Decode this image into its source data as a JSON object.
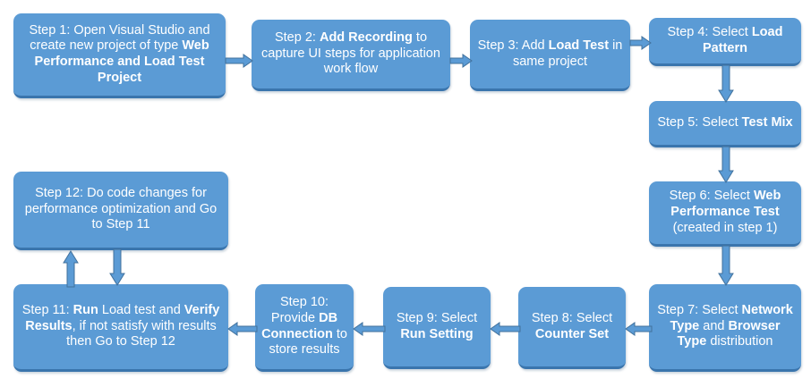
{
  "diagram": {
    "title": "Web Performance and Load Test workflow",
    "colors": {
      "node_fill": "#5B9BD5",
      "node_border_bottom": "#3A75AD",
      "arrow": "#5B9BD5",
      "arrow_outline": "#41719C",
      "text": "#FFFFFF",
      "background": "#FFFFFF"
    },
    "nodes": [
      {
        "id": "step-1",
        "label_plain": "Step 1: Open Visual Studio and create new project of type Web Performance and Load Test Project",
        "label_html": "Step 1: Open Visual Studio and create new project of type <b>Web Performance and Load Test Project</b>"
      },
      {
        "id": "step-2",
        "label_plain": "Step 2: Add Recording to capture UI steps for application work flow",
        "label_html": "Step 2: <b>Add Recording</b> to capture UI steps for application work flow"
      },
      {
        "id": "step-3",
        "label_plain": "Step 3: Add Load Test in same project",
        "label_html": "Step 3: Add <b>Load Test</b> in same project"
      },
      {
        "id": "step-4",
        "label_plain": "Step 4: Select Load Pattern",
        "label_html": "Step 4: Select <b>Load Pattern</b>"
      },
      {
        "id": "step-5",
        "label_plain": "Step 5: Select Test Mix",
        "label_html": "Step 5: Select <b>Test Mix</b>"
      },
      {
        "id": "step-6",
        "label_plain": "Step 6: Select Web Performance Test (created in step 1)",
        "label_html": "Step 6: Select <b>Web Performance Test</b> (created in step 1)"
      },
      {
        "id": "step-7",
        "label_plain": "Step 7: Select Network Type and Browser Type distribution",
        "label_html": "Step 7: Select <b>Network Type</b> and <b>Browser Type</b> distribution"
      },
      {
        "id": "step-8",
        "label_plain": "Step 8: Select Counter Set",
        "label_html": "Step 8: Select <b>Counter Set</b>"
      },
      {
        "id": "step-9",
        "label_plain": "Step 9: Select Run Setting",
        "label_html": "Step 9: Select <b>Run Setting</b>"
      },
      {
        "id": "step-10",
        "label_plain": "Step 10: Provide DB Connection to store results",
        "label_html": "Step 10: Provide <b>DB Connection</b> to store results"
      },
      {
        "id": "step-11",
        "label_plain": "Step 11: Run Load test and Verify Results, if not satisfy with results then Go to Step 12",
        "label_html": "Step 11: <b>Run</b> Load test and <b>Verify Results</b>, if not satisfy with results then Go to Step 12"
      },
      {
        "id": "step-12",
        "label_plain": "Step 12: Do code changes for performance optimization and Go to Step 11",
        "label_html": "Step 12: Do code changes for performance optimization and Go to Step 11"
      }
    ],
    "connectors": [
      {
        "id": "step-1-to-step-2",
        "from": "step-1",
        "to": "step-2",
        "direction": "right"
      },
      {
        "id": "step-2-to-step-3",
        "from": "step-2",
        "to": "step-3",
        "direction": "right"
      },
      {
        "id": "step-3-to-step-4",
        "from": "step-3",
        "to": "step-4",
        "direction": "right"
      },
      {
        "id": "step-4-to-step-5",
        "from": "step-4",
        "to": "step-5",
        "direction": "down"
      },
      {
        "id": "step-5-to-step-6",
        "from": "step-5",
        "to": "step-6",
        "direction": "down"
      },
      {
        "id": "step-6-to-step-7",
        "from": "step-6",
        "to": "step-7",
        "direction": "down"
      },
      {
        "id": "step-7-to-step-8",
        "from": "step-7",
        "to": "step-8",
        "direction": "left"
      },
      {
        "id": "step-8-to-step-9",
        "from": "step-8",
        "to": "step-9",
        "direction": "left"
      },
      {
        "id": "step-9-to-step-10",
        "from": "step-9",
        "to": "step-10",
        "direction": "left"
      },
      {
        "id": "step-10-to-step-11",
        "from": "step-10",
        "to": "step-11",
        "direction": "left"
      },
      {
        "id": "step-11-to-step-12",
        "from": "step-11",
        "to": "step-12",
        "direction": "up"
      },
      {
        "id": "step-12-to-step-11",
        "from": "step-12",
        "to": "step-11",
        "direction": "down"
      }
    ]
  }
}
